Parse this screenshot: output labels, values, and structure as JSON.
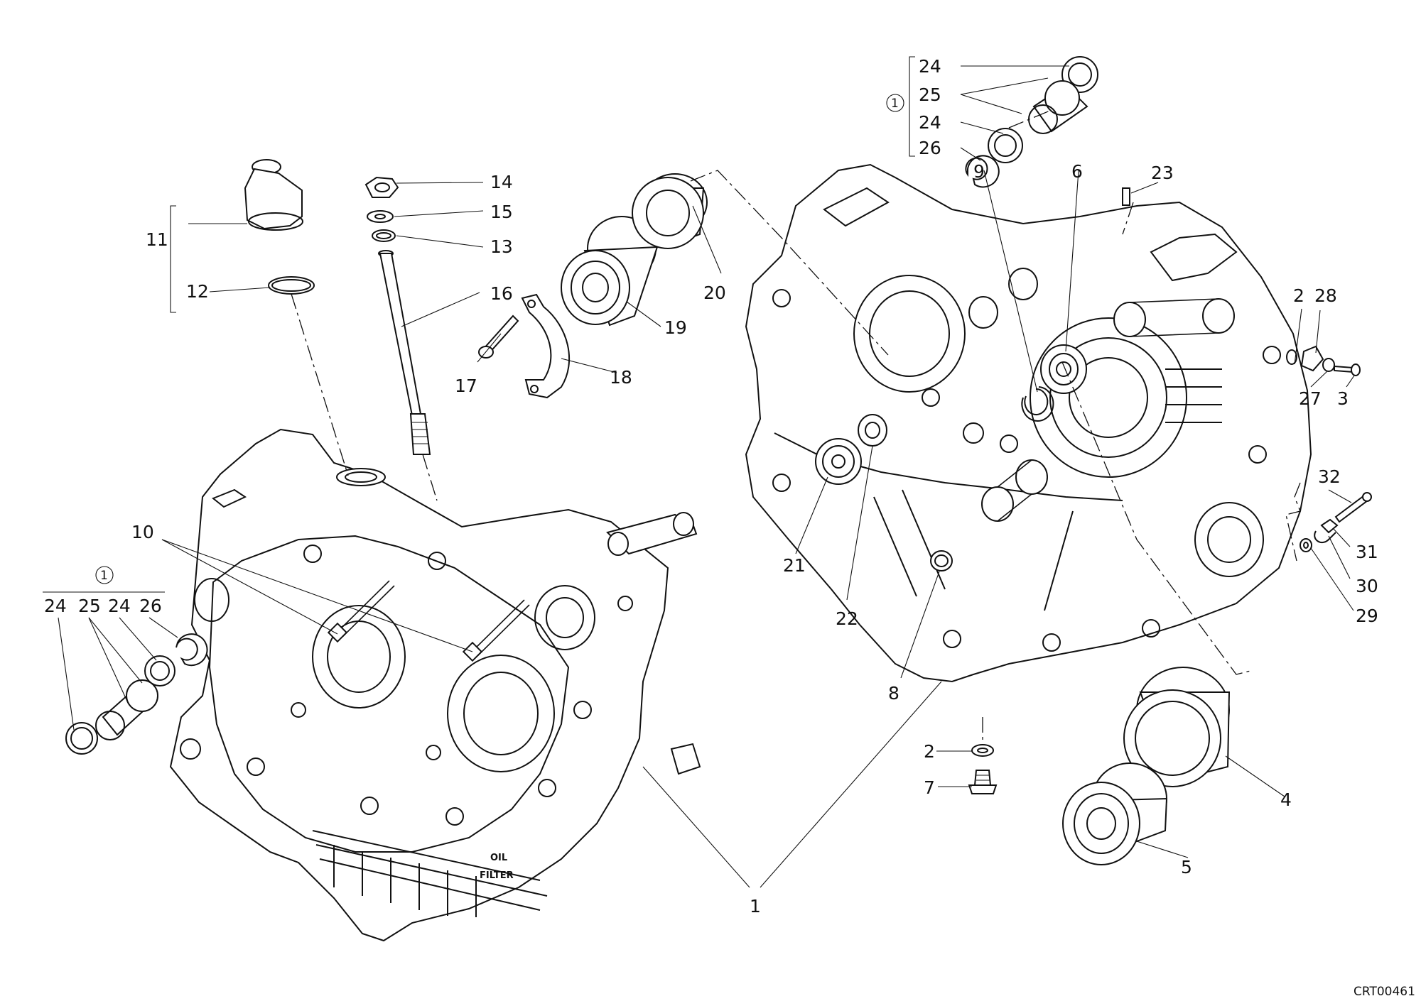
{
  "reference_code": "CRT00461",
  "labels": {
    "l1": "1",
    "l2a": "2",
    "l2b": "2",
    "l3": "3",
    "l4": "4",
    "l5": "5",
    "l6": "6",
    "l7": "7",
    "l8": "8",
    "l9": "9",
    "l10": "10",
    "l11": "11",
    "l12": "12",
    "l13": "13",
    "l14": "14",
    "l15": "15",
    "l16": "16",
    "l17": "17",
    "l18": "18",
    "l19": "19",
    "l20": "20",
    "l21": "21",
    "l22": "22",
    "l23": "23",
    "l27": "27",
    "l28": "28",
    "l29": "29",
    "l30": "30",
    "l31": "31",
    "l32": "32"
  },
  "kit_left": {
    "badge": "1",
    "items": [
      "24",
      "25",
      "24",
      "26"
    ]
  },
  "kit_right": {
    "badge": "1",
    "items": [
      "24",
      "25",
      "24",
      "26"
    ]
  },
  "filter_text": {
    "oil": "OIL",
    "filter": "FILTER"
  }
}
